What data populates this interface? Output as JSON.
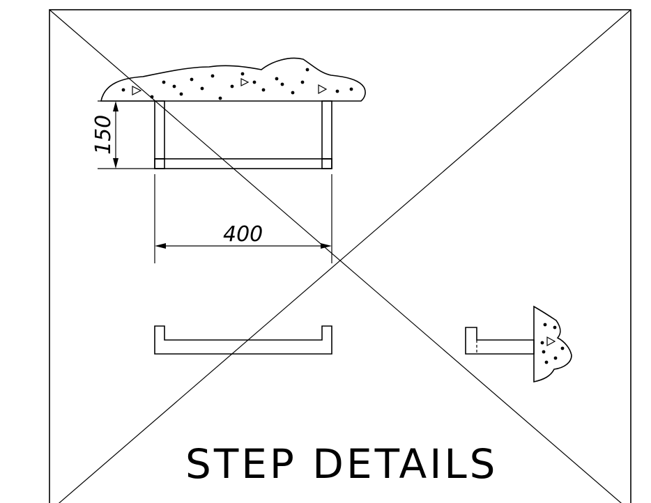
{
  "drawing": {
    "title": "STEP DETAILS",
    "dimensions": {
      "height_label": "150",
      "width_label": "400"
    },
    "colors": {
      "ink": "#000000",
      "paper": "#ffffff"
    }
  }
}
